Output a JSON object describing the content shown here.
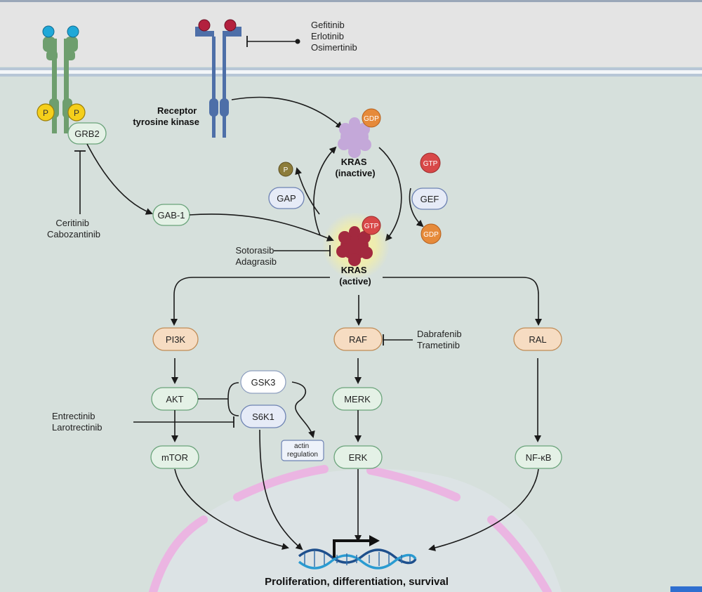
{
  "receptor_label": [
    "Receptor",
    "tyrosine kinase"
  ],
  "egfr_drugs": [
    "Gefitinib",
    "Erlotinib",
    "Osimertinib"
  ],
  "alk_drugs": [
    "Ceritinib",
    "Cabozantinib"
  ],
  "kras_drugs": [
    "Sotorasib",
    "Adagrasib"
  ],
  "raf_drugs": [
    "Dabrafenib",
    "Trametinib"
  ],
  "trk_drugs": [
    "Entrectinib",
    "Larotrectinib"
  ],
  "kras_inactive": [
    "KRAS",
    "(inactive)"
  ],
  "kras_active": [
    "KRAS",
    "(active)"
  ],
  "badges": {
    "gdp": "GDP",
    "gtp": "GTP",
    "p": "P"
  },
  "nodes": {
    "grb2": "GRB2",
    "gab1": "GAB-1",
    "gap": "GAP",
    "gef": "GEF",
    "pi3k": "PI3K",
    "raf": "RAF",
    "ral": "RAL",
    "akt": "AKT",
    "gsk3": "GSK3",
    "s6k1": "S6K1",
    "merk": "MERK",
    "mtor": "mTOR",
    "erk": "ERK",
    "nfkb": "NF-κB"
  },
  "actin": [
    "actin",
    "regulation"
  ],
  "outcome": "Proliferation, differentiation, survival",
  "colors": {
    "membrane_top": "#e4e4e4",
    "cytoplasm": "#d6e0dc",
    "receptor_green": "#6e9e6e",
    "receptor_blue": "#4e6fa8",
    "kras_inactive": "#c4a8d9",
    "kras_active": "#a3293f",
    "gtp_red": "#d84848",
    "gdp_orange": "#e68a3a",
    "phospho_yellow": "#f5cf1b",
    "orange_node": "#f6dcc2",
    "green_node": "#e4f1e6",
    "blue_node": "#e6ebf7",
    "nucleus_pink": "#ebb5e2"
  }
}
